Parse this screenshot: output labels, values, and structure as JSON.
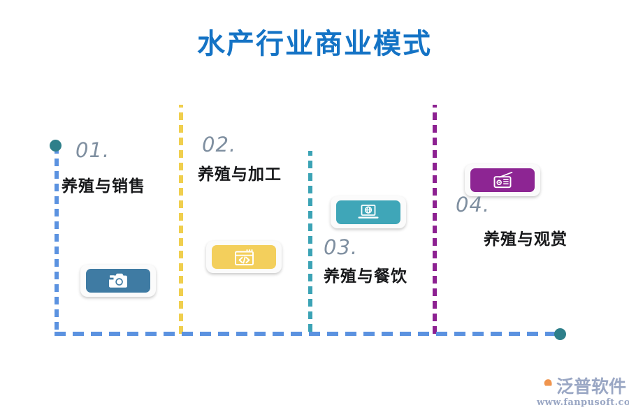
{
  "title": "水产行业商业模式",
  "colors": {
    "title": "#1473c5",
    "line_blue": "#5b92e0",
    "line_yellow": "#f0cf4e",
    "line_teal": "#3ba3b5",
    "line_purple": "#8d2191",
    "dot_teal": "#2e7f8a",
    "tile_blue": "#3f7ba3",
    "tile_yellow": "#f3cf5c",
    "tile_teal": "#3fa6b8",
    "tile_purple": "#8d2593",
    "number": "#7f8fa0",
    "label": "#17181a",
    "logo": "#9aa7c4"
  },
  "steps": [
    {
      "number": "01.",
      "label": "养殖与销售",
      "icon": "camera-icon",
      "accent": "#3f7ba3",
      "divider": "#5b92e0"
    },
    {
      "number": "02.",
      "label": "养殖与加工",
      "icon": "code-window-icon",
      "accent": "#f3cf5c",
      "divider": "#f0cf4e"
    },
    {
      "number": "03.",
      "label": "养殖与餐饮",
      "icon": "laptop-globe-icon",
      "accent": "#3fa6b8",
      "divider": "#3ba3b5"
    },
    {
      "number": "04.",
      "label": "养殖与观赏",
      "icon": "radio-icon",
      "accent": "#8d2593",
      "divider": "#8d2191"
    }
  ],
  "logo": {
    "brand": "泛普软件",
    "url": "www.fanpusoft.com",
    "mark": "fanpu-logo-icon"
  }
}
